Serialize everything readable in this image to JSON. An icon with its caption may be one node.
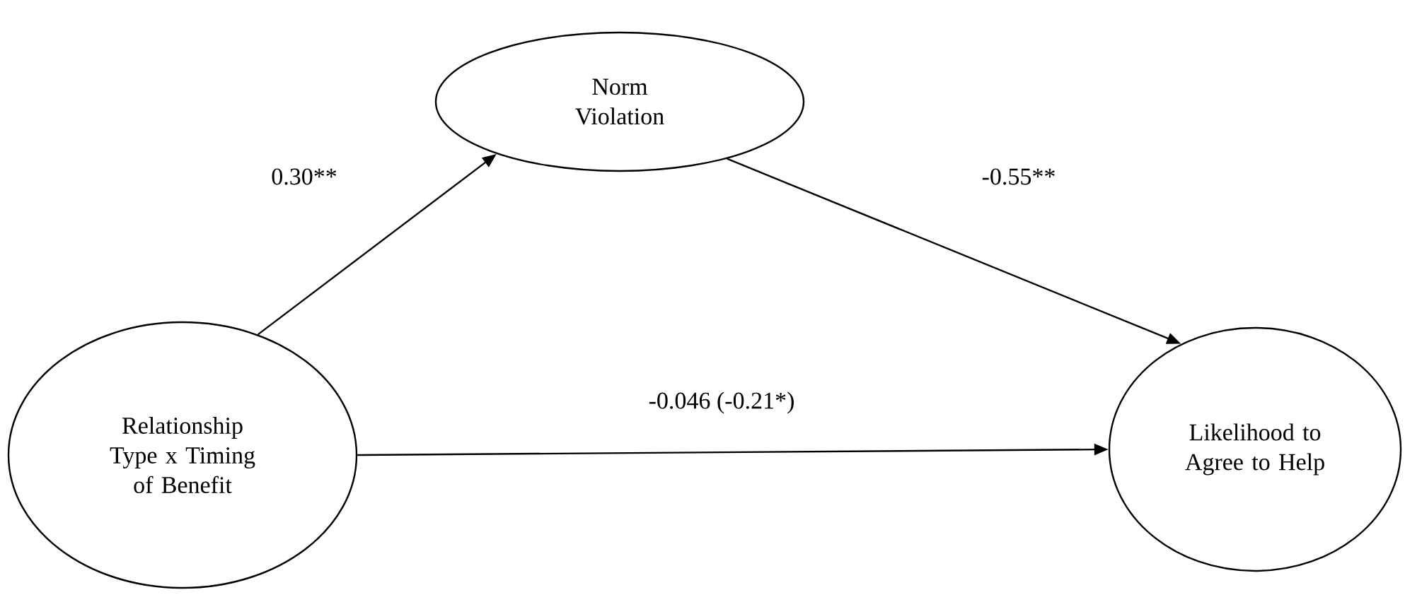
{
  "diagram": {
    "nodes": [
      {
        "text": [
          "Relationship Type x Timing of Benefit"
        ]
      },
      {
        "text": [
          "Norm Violation"
        ]
      },
      {
        "text": [
          "Likelihood to Agree to Help"
        ]
      }
    ],
    "edges": [
      {
        "from": 0,
        "to": 1,
        "arrow": "to",
        "label": "0.30**"
      },
      {
        "from": 1,
        "to": 2,
        "arrow": "to",
        "label": "-0.55**"
      },
      {
        "from": 0,
        "to": 2,
        "arrow": "to",
        "label": "-0.046 (-0.21*)"
      }
    ]
  }
}
